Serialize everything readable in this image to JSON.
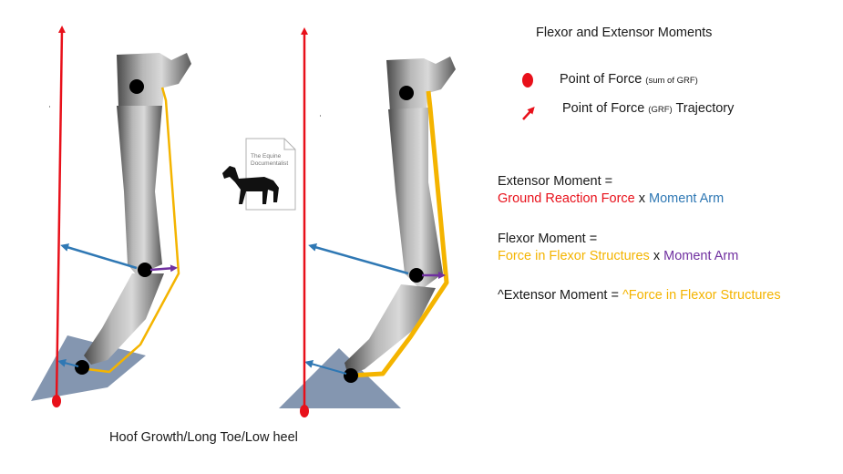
{
  "title": "Flexor and Extensor Moments",
  "legend": {
    "point_of_force": {
      "label": "Point of Force",
      "note": "(sum of GRF)"
    },
    "trajectory": {
      "label_prefix": "Point of Force",
      "note": "(GRF)",
      "label_suffix": "Trajectory"
    }
  },
  "equations": {
    "extensor": {
      "lhs": "Extensor Moment =",
      "term1": "Ground Reaction Force",
      "op": "x",
      "term2": "Moment Arm"
    },
    "flexor": {
      "lhs": "Flexor Moment =",
      "term1": "Force in Flexor Structures",
      "op": "x",
      "term2": "Moment Arm"
    },
    "relation": {
      "lhs": "^Extensor Moment = ",
      "rhs": "^Force in Flexor Structures"
    }
  },
  "logo": {
    "line1": "The Equine",
    "line2": "Documentalist"
  },
  "caption": "Hoof Growth/Long Toe/Low heel",
  "colors": {
    "grf": "#e8101a",
    "moment_arm_extensor": "#2f78b4",
    "flexor": "#f4b400",
    "moment_arm_flexor": "#7030a0",
    "hoof": "#8496b0",
    "joint": "#000000"
  }
}
